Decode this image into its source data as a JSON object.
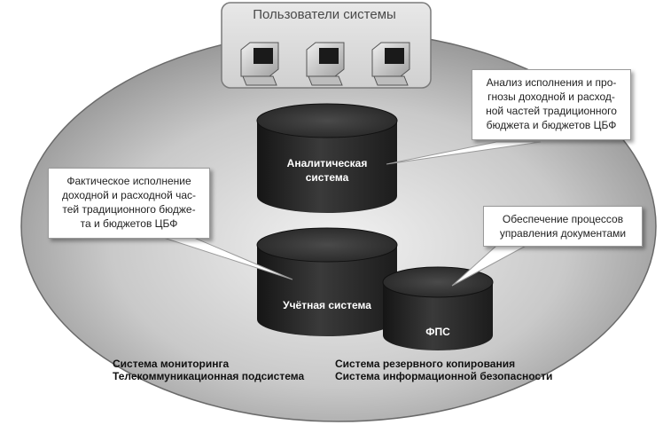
{
  "users": {
    "title": "Пользователи системы",
    "icons": [
      "computer-icon",
      "computer-icon",
      "computer-icon"
    ]
  },
  "cylinders": {
    "analytical": {
      "label_line1": "Аналитическая",
      "label_line2": "система"
    },
    "accounting": {
      "label": "Учётная система"
    },
    "fps": {
      "label": "ФПС"
    }
  },
  "callouts": {
    "analysis": {
      "lines": [
        "Анализ исполнения и про-",
        "гнозы доходной и расход-",
        "ной частей традиционного",
        "бюджета и бюджетов ЦБФ"
      ]
    },
    "actual": {
      "lines": [
        "Фактическое исполнение",
        "доходной и расходной час-",
        "тей традиционного бюдже-",
        "та и бюджетов ЦБФ"
      ]
    },
    "docs": {
      "lines": [
        "Обеспечение процессов",
        "управления документами"
      ]
    }
  },
  "bottom": {
    "left": [
      "Система мониторинга",
      "Телекоммуникационная подсистема"
    ],
    "right": [
      "Система резервного копирования",
      "Система информационной безопасности"
    ]
  }
}
